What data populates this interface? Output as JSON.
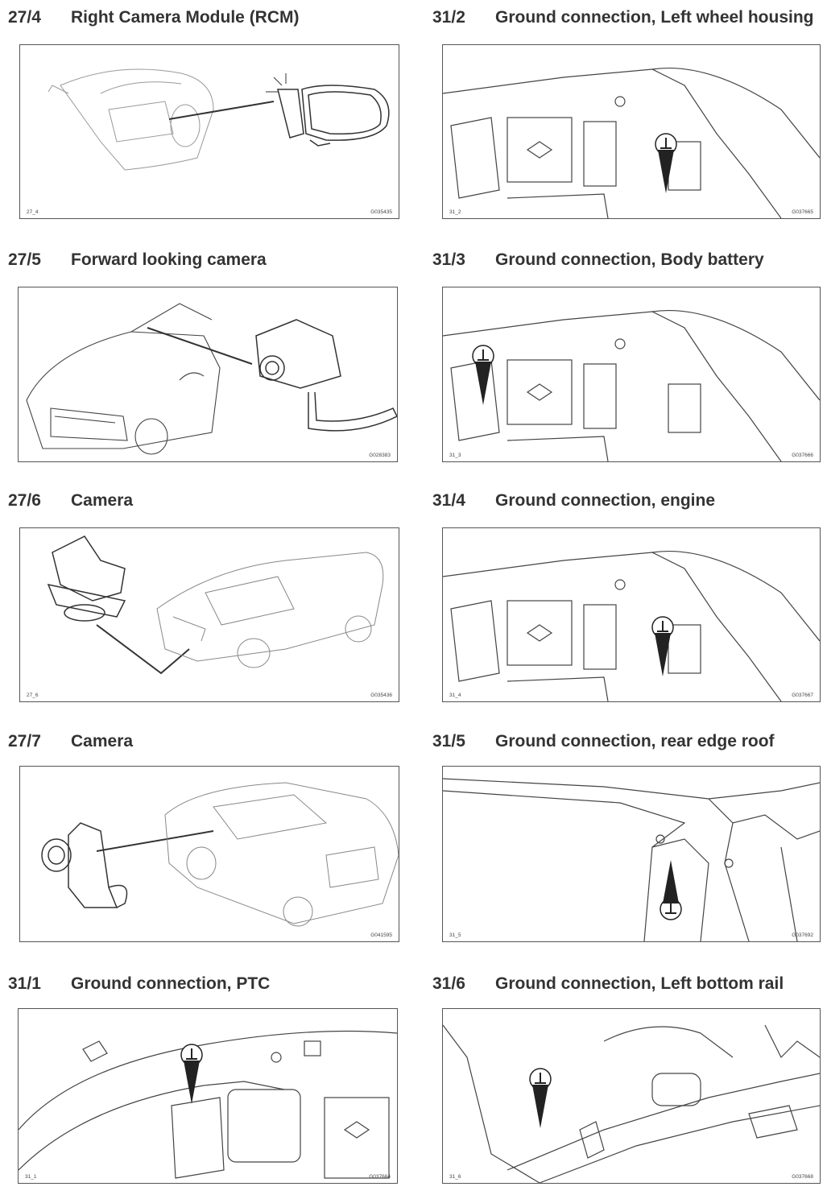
{
  "sections": [
    {
      "num": "27/4",
      "title": "Right Camera Module (RCM)",
      "code_left": "27_4",
      "code_right": "G035435"
    },
    {
      "num": "31/2",
      "title": "Ground connection, Left wheel housing",
      "code_left": "31_2",
      "code_right": "G037665"
    },
    {
      "num": "27/5",
      "title": "Forward looking camera",
      "code_left": "",
      "code_right": "G028383"
    },
    {
      "num": "31/3",
      "title": "Ground connection, Body battery",
      "code_left": "31_3",
      "code_right": "G037666"
    },
    {
      "num": "27/6",
      "title": "Camera",
      "code_left": "27_6",
      "code_right": "G035436"
    },
    {
      "num": "31/4",
      "title": "Ground connection, engine",
      "code_left": "31_4",
      "code_right": "G037667"
    },
    {
      "num": "27/7",
      "title": "Camera",
      "code_left": "",
      "code_right": "G041595"
    },
    {
      "num": "31/5",
      "title": "Ground connection, rear edge roof",
      "code_left": "31_5",
      "code_right": "G037692"
    },
    {
      "num": "31/1",
      "title": "Ground connection, PTC",
      "code_left": "31_1",
      "code_right": "G037664"
    },
    {
      "num": "31/6",
      "title": "Ground connection, Left bottom rail",
      "code_left": "31_6",
      "code_right": "G037668"
    }
  ],
  "ground_symbol": "⊥"
}
